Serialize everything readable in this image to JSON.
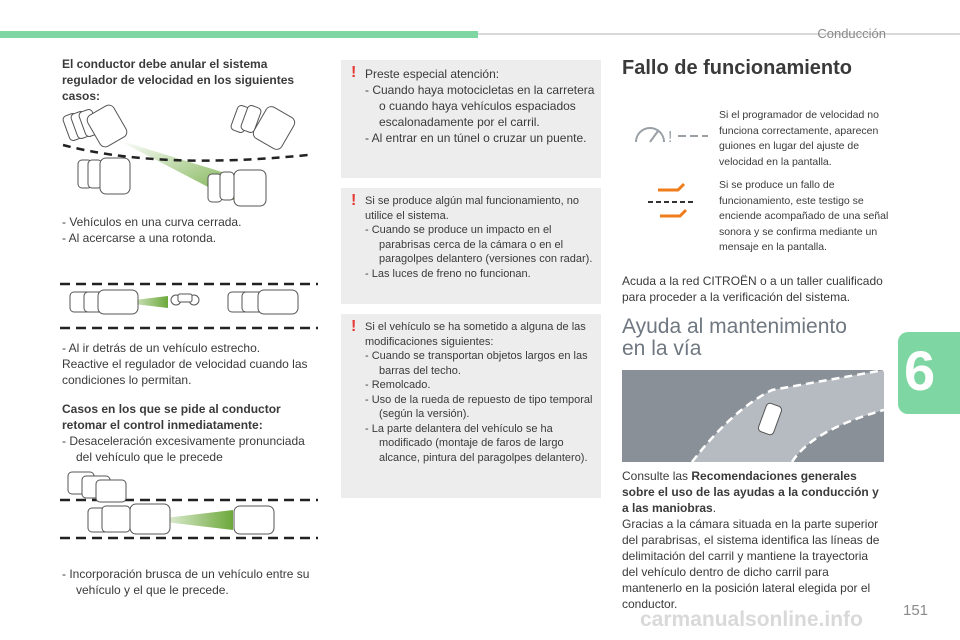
{
  "header": {
    "section": "Conducción",
    "chapter": "6",
    "page": "151"
  },
  "col1": {
    "intro": "El conductor debe anular el sistema regulador de velocidad en los siguientes casos:",
    "case1": [
      "-  Vehículos en una curva cerrada.",
      "-  Al acercarse a una rotonda."
    ],
    "case2_item": "-  Al ir detrás de un vehículo estrecho.",
    "case2_note": "Reactive el regulador de velocidad cuando las condiciones lo permitan.",
    "heading2": "Casos en los que se pide al conductor retomar el control inmediatamente:",
    "case3_item": "-  Desaceleración excesivamente pronunciada del vehículo que le precede",
    "case4_item": "-  Incorporación brusca de un vehículo entre su vehículo y el que le precede."
  },
  "col2": {
    "box1": {
      "title": "Preste especial atención:",
      "items": [
        "-  Cuando haya motocicletas en la carretera o cuando haya vehículos espaciados escalonadamente por el carril.",
        "-  Al entrar en un túnel o cruzar un puente."
      ]
    },
    "box2": {
      "title": "Si se produce algún mal funcionamiento, no utilice el sistema.",
      "items": [
        "-  Cuando se produce un impacto en el parabrisas cerca de la cámara o en el paragolpes delantero (versiones con radar).",
        "-  Las luces de freno no funcionan."
      ]
    },
    "box3": {
      "title": "Si el vehículo se ha sometido a alguna de las modificaciones siguientes:",
      "items": [
        "-  Cuando se transportan objetos largos en las barras del techo.",
        "-  Remolcado.",
        "-  Uso de la rueda de repuesto de tipo temporal (según la versión).",
        "-  La parte delantera del vehículo se ha modificado (montaje de faros de largo alcance, pintura del paragolpes delantero)."
      ]
    },
    "mark": "!"
  },
  "col3": {
    "title1": "Fallo de funcionamiento",
    "icon1_text": "Si el programador de velocidad no funciona correctamente, aparecen guiones en lugar del ajuste de velocidad en la pantalla.",
    "icon2_text": "Si se produce un fallo de funcionamiento, este testigo se enciende acompañado de una señal sonora y se confirma mediante un mensaje en la pantalla.",
    "advice": "Acuda a la red CITROËN o a un taller cualificado para proceder a la verificación del sistema.",
    "title2_line1": "Ayuda al mantenimiento",
    "title2_line2": "en la vía",
    "consult_prefix": "Consulte las ",
    "consult_bold": "Recomendaciones generales sobre el uso de las ayudas a la conducción y a las maniobras",
    "consult_suffix": ".",
    "body": "Gracias a la cámara situada en la parte superior del parabrisas, el sistema identifica las líneas de delimitación del carril y mantiene la trayectoria del vehículo dentro de dicho carril para mantenerlo en la posición lateral elegida por el conductor."
  },
  "colors": {
    "accent_green": "#7ed6a2",
    "warning_red": "#e53935",
    "icon_orange": "#f07d1b"
  },
  "watermark": "carmanualsonline.info"
}
